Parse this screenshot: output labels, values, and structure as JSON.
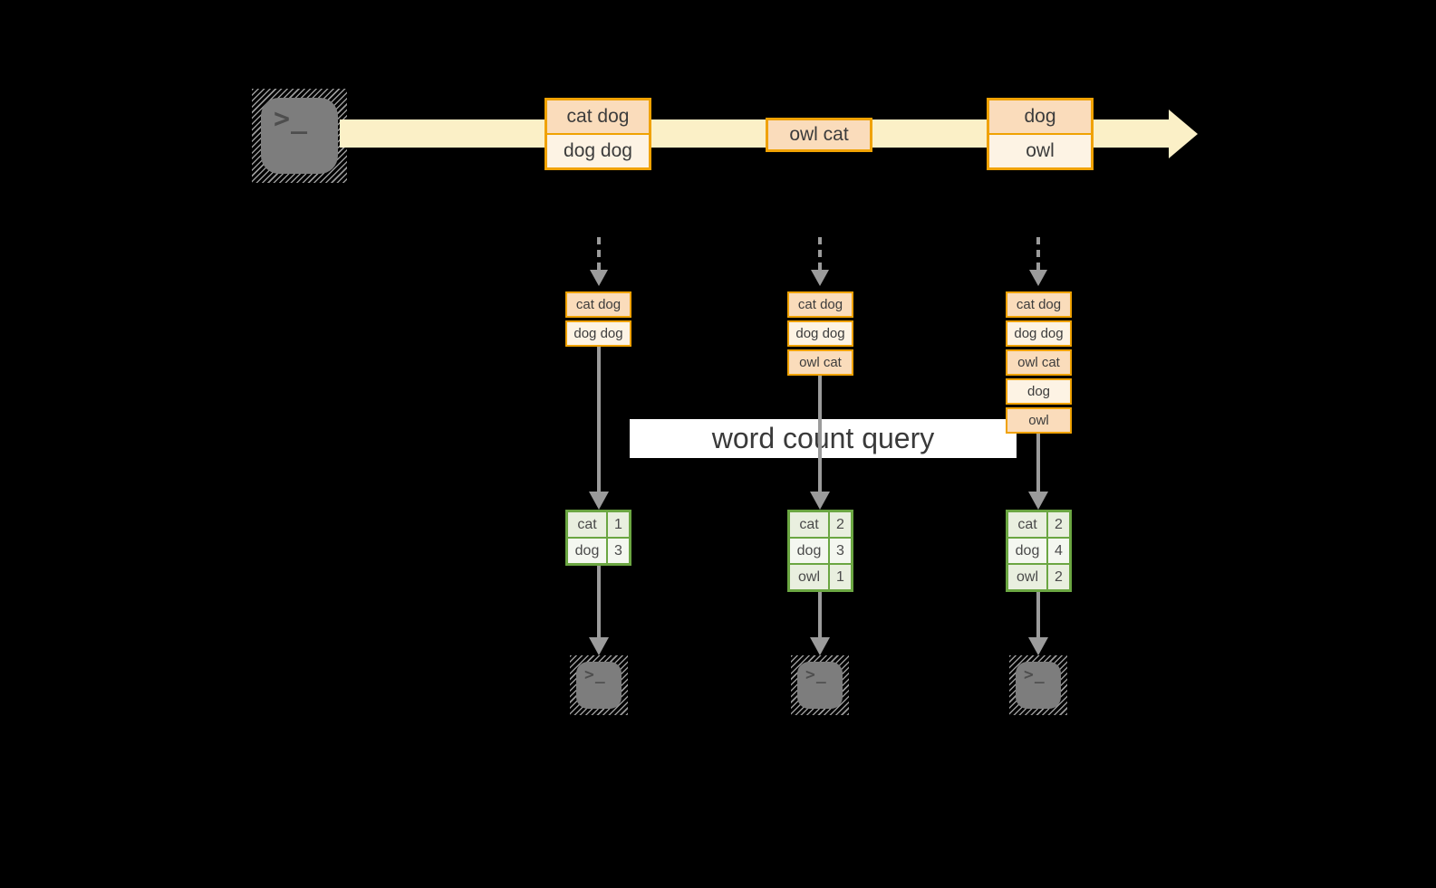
{
  "banner": {
    "label": "word count query"
  },
  "icons": {
    "terminal_glyph": ">_"
  },
  "stream": {
    "messages": [
      {
        "rows": [
          "cat dog",
          "dog dog"
        ]
      },
      {
        "rows": [
          "owl cat"
        ]
      },
      {
        "rows": [
          "dog",
          "owl"
        ]
      }
    ]
  },
  "columns": [
    {
      "buffer": [
        "cat dog",
        "dog dog"
      ],
      "counts": [
        {
          "word": "cat",
          "count": "1"
        },
        {
          "word": "dog",
          "count": "3"
        }
      ]
    },
    {
      "buffer": [
        "cat dog",
        "dog dog",
        "owl cat"
      ],
      "counts": [
        {
          "word": "cat",
          "count": "2"
        },
        {
          "word": "dog",
          "count": "3"
        },
        {
          "word": "owl",
          "count": "1"
        }
      ]
    },
    {
      "buffer": [
        "cat dog",
        "dog dog",
        "owl cat",
        "dog",
        "owl"
      ],
      "counts": [
        {
          "word": "cat",
          "count": "2"
        },
        {
          "word": "dog",
          "count": "4"
        },
        {
          "word": "owl",
          "count": "2"
        }
      ]
    }
  ],
  "colors": {
    "background": "#000000",
    "stream_band": "#FBF0C7",
    "box_border": "#F0A202",
    "box_fill_dark": "#FADCBB",
    "box_fill_light": "#FDF3E4",
    "table_border": "#6BA642",
    "table_fill_dark": "#E9EFDF",
    "table_fill_light": "#F4F7F0",
    "arrow": "#9B9B9B",
    "terminal": "#7D7D7D",
    "terminal_glyph_color": "#4E4E4E",
    "text": "#3C3C3C",
    "banner_bg": "#FFFFFF"
  }
}
